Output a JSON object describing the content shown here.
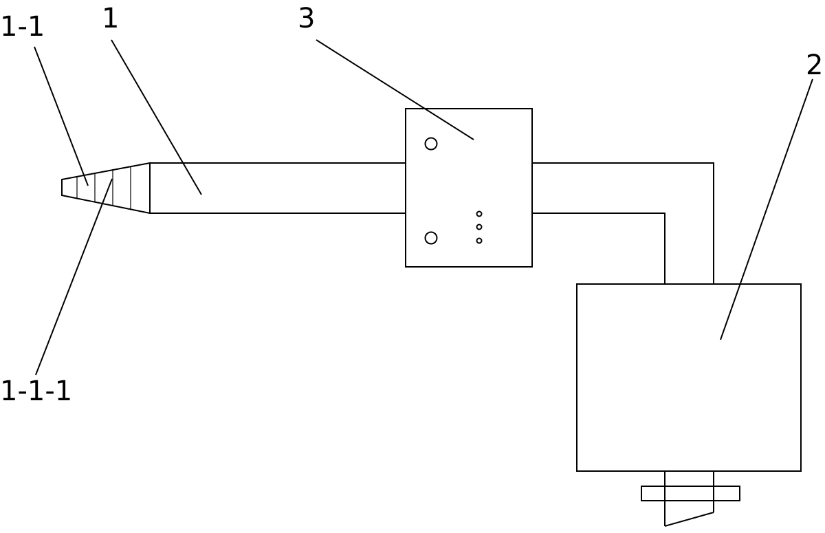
{
  "labels": {
    "part_1_1": "1-1",
    "part_1": "1",
    "part_3": "3",
    "part_2": "2",
    "part_1_1_1": "1-1-1"
  },
  "colors": {
    "stroke": "#000000",
    "background": "#ffffff"
  }
}
